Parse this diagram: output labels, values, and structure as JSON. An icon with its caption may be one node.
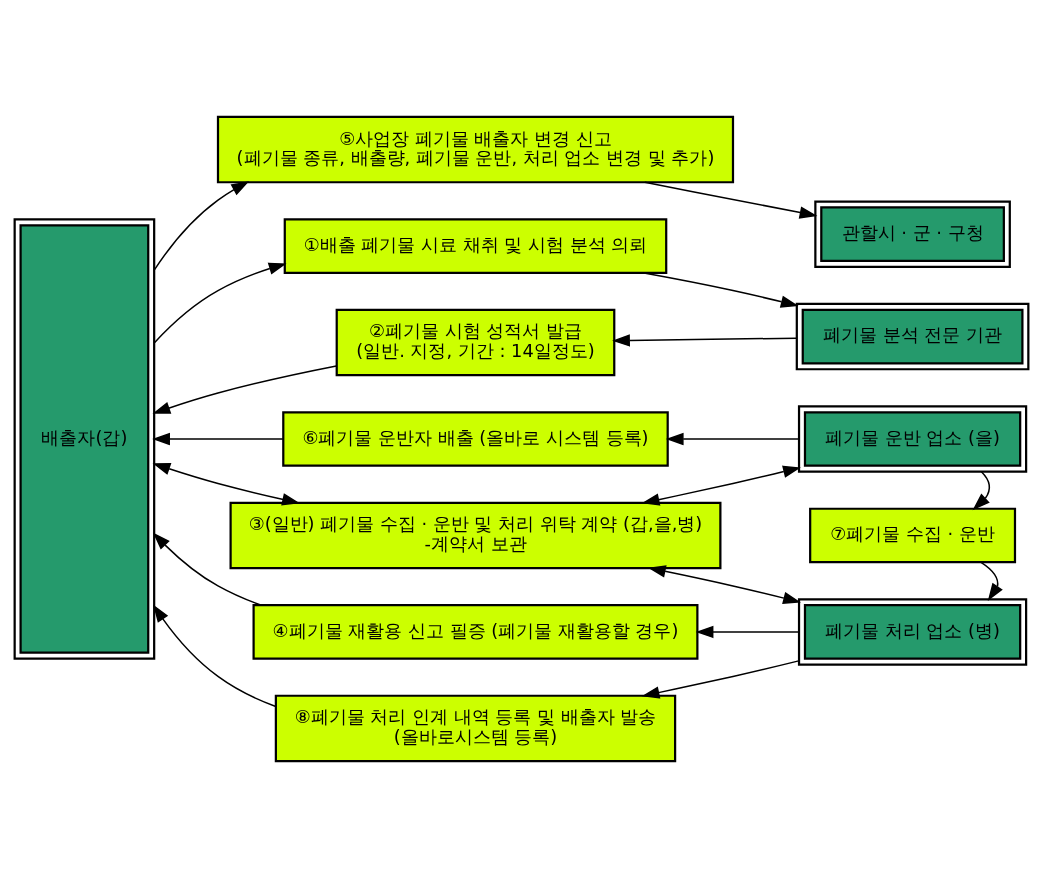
{
  "diagram": {
    "nodes": [
      {
        "text": [
          "배출자(갑)"
        ]
      },
      {
        "text": [
          "⑤사업장 폐기물 배출자 변경 신고",
          "(폐기물 종류, 배출량, 폐기물 운반, 처리 업소 변경 및 추가)"
        ]
      },
      {
        "text": [
          "관할시 · 군 · 구청"
        ]
      },
      {
        "text": [
          "①배출 폐기물 시료 채취 및 시험 분석 의뢰"
        ]
      },
      {
        "text": [
          "②폐기물 시험 성적서 발급",
          "(일반. 지정, 기간 : 14일정도)"
        ]
      },
      {
        "text": [
          "폐기물 분석 전문 기관"
        ]
      },
      {
        "text": [
          "⑥폐기물 운반자 배출 (올바로 시스템 등록)"
        ]
      },
      {
        "text": [
          "폐기물 운반 업소 (을)"
        ]
      },
      {
        "text": [
          "③(일반) 폐기물 수집 · 운반 및 처리 위탁 계약 (갑,을,병)",
          "-계약서 보관"
        ]
      },
      {
        "text": [
          "⑦폐기물 수집 · 운반"
        ]
      },
      {
        "text": [
          "폐기물 처리 업소 (병)"
        ]
      },
      {
        "text": [
          "④폐기물 재활용 신고 필증 (폐기물 재활용할 경우)"
        ]
      },
      {
        "text": [
          "⑧폐기물 처리 인계 내역 등록 및 배출자 발송",
          "(올바로시스템 등록)"
        ]
      }
    ],
    "edges": [
      {
        "from": 0,
        "to": 1,
        "arrow": "to"
      },
      {
        "from": 1,
        "to": 2,
        "arrow": "to"
      },
      {
        "from": 0,
        "to": 3,
        "arrow": "to"
      },
      {
        "from": 3,
        "to": 5,
        "arrow": "to"
      },
      {
        "from": 5,
        "to": 4,
        "arrow": "to"
      },
      {
        "from": 4,
        "to": 0,
        "arrow": "to"
      },
      {
        "from": 7,
        "to": 6,
        "arrow": "to"
      },
      {
        "from": 6,
        "to": 0,
        "arrow": "to"
      },
      {
        "from": 0,
        "to": 8,
        "arrow": "both"
      },
      {
        "from": 8,
        "to": 7,
        "arrow": "both"
      },
      {
        "from": 7,
        "to": 9,
        "arrow": "to"
      },
      {
        "from": 9,
        "to": 10,
        "arrow": "to"
      },
      {
        "from": 8,
        "to": 10,
        "arrow": "both"
      },
      {
        "from": 10,
        "to": 11,
        "arrow": "to"
      },
      {
        "from": 11,
        "to": 0,
        "arrow": "to"
      },
      {
        "from": 10,
        "to": 12,
        "arrow": "to"
      },
      {
        "from": 12,
        "to": 0,
        "arrow": "to"
      }
    ]
  }
}
